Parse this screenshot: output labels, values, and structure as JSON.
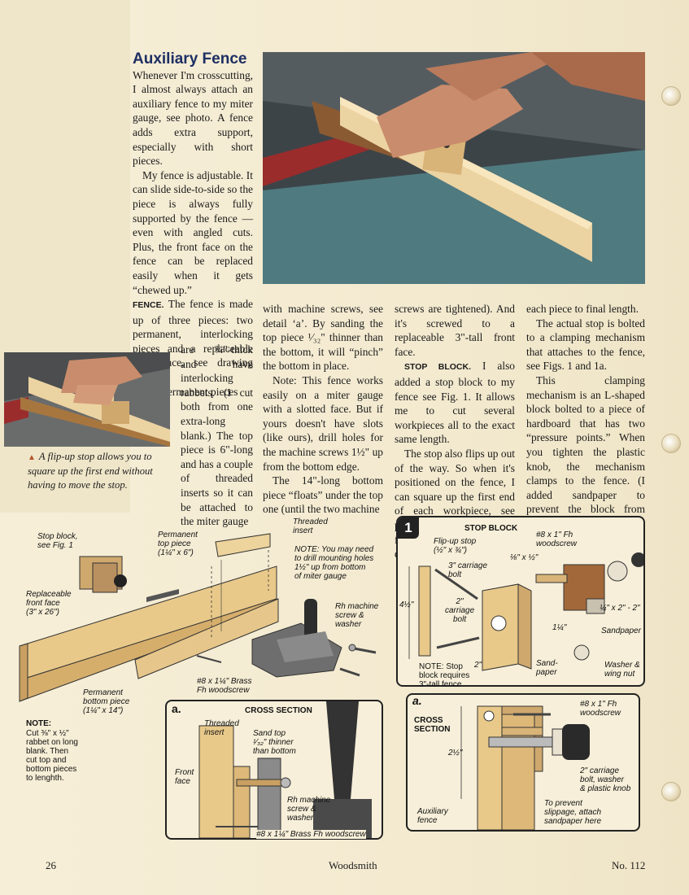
{
  "article": {
    "heading": "Auxiliary Fence",
    "col1": {
      "p1": "Whenever I'm crosscutting, I almost always attach an auxiliary fence to my miter gauge, see photo. A fence adds extra support, especially with short pieces.",
      "p2": "My fence is adjustable. It can slide side-to-side so the piece is always fully supported by the fence — even with angled cuts. Plus, the front face on the fence can be replaced easily when it gets “chewed up.”",
      "p3_runin": "FENCE.",
      "p3": "The fence is made up of three pieces: two permanent, interlocking pieces and a replaceable front face, see drawing below.",
      "p4a": "The permanent pieces",
      "p4b": "are ¾\"-thick and have interlocking rabbets. (I cut both from one extra-long blank.) The top piece is 6\"-long and has a couple of threaded inserts so it can be attached to the miter gauge"
    },
    "col2": {
      "p1": "with machine screws, see detail ‘a’. By sanding the top piece ¹⁄₃₂\" thinner than the bottom, it will “pinch” the bottom in place.",
      "p2": "Note: This fence works easily on a miter gauge with a slotted face. But if yours doesn't have slots (like ours), drill holes for the machine screws 1½\" up from the bottom edge.",
      "p3": "The 14\"-long bottom piece “floats” under the top one (until the two machine"
    },
    "col3": {
      "p1": "screws are tightened). And it's screwed to a replaceable 3\"-tall front face.",
      "p2_runin": "STOP BLOCK.",
      "p2": "I also added a stop block to my fence see Fig. 1. It allows me to cut several workpieces all to the exact same length.",
      "p3": "The stop also flips up out of the way. So when it's positioned on the fence, I can square up the first end of each workpiece, see photo at left. Then I can flip the stop block back down to cut"
    },
    "col4": {
      "p1": "each piece to final length.",
      "p2": "The actual stop is bolted to a clamping mechanism that attaches to the fence, see Figs. 1 and 1a.",
      "p3": "This clamping mechanism is an L-shaped block bolted to a piece of hardboard that has two “pressure points.” When you tighten the plastic knob, the mechanism clamps to the fence. (I added sandpaper to prevent the block from slipping on the fence.)"
    }
  },
  "caption": "A flip-up stop allows you to square up the first end without having to move the stop.",
  "main_drawing": {
    "stop_block": "Stop block,\nsee Fig. 1",
    "replaceable": "Replaceable\nfront face\n(3\" x 26\")",
    "permanent_top": "Permanent\ntop piece\n(1¼\" x 6\")",
    "threaded_insert": "Threaded\ninsert",
    "note_holes": "NOTE: You may need\nto drill mounting holes\n1½\" up from bottom\nof miter gauge",
    "rh_machine": "Rh machine\nscrew &\nwasher",
    "brass_screw": "#8 x 1¼\" Brass\nFh woodscrew",
    "permanent_bottom": "Permanent\nbottom piece\n(1¼\" x 14\")",
    "note_rabbet_title": "NOTE:",
    "note_rabbet": "Cut ⅜\" x ½\"\nrabbet on long\nblank. Then\ncut top and\nbottom pieces\nto lenghth."
  },
  "detail_a": {
    "tag": "a.",
    "title": "CROSS SECTION",
    "threaded_insert": "Threaded\ninsert",
    "sand_top": "Sand top\n¹⁄₃₂\" thinner\nthan bottom",
    "front_face": "Front\nface",
    "rh_machine": "Rh machine\nscrew &\nwasher",
    "brass_screw": "#8 x 1¼\" Brass Fh woodscrew"
  },
  "fig1": {
    "number": "1",
    "title": "STOP BLOCK",
    "flipup": "Flip-up stop\n(½\" x ¾\")",
    "carriage3": "3\" carriage\nbolt",
    "carriage2": "2\"\ncarriage\nbolt",
    "fh_screw": "#8 x 1\" Fh\nwoodscrew",
    "eighth": "⅛\" x ½\"",
    "quarter2": "¼\" x 2\" - 2\"",
    "sandpaper": "Sandpaper",
    "dim_4": "4½\"",
    "dim_1q": "1¼\"",
    "dim_2": "2\"",
    "sand_paper": "Sand-\npaper",
    "washer": "Washer &\nwing nut",
    "note": "NOTE: Stop\nblock requires\n3\"-tall fence"
  },
  "fig1a": {
    "tag": "a.",
    "title": "CROSS\nSECTION",
    "fh_screw": "#8 x 1\" Fh\nwoodscrew",
    "carriage": "2\" carriage\nbolt, washer\n& plastic knob",
    "dim": "2½\"",
    "prevent": "To prevent\nslippage, attach\nsandpaper here",
    "aux_fence": "Auxiliary\nfence"
  },
  "footer": {
    "page": "26",
    "magazine": "Woodsmith",
    "issue": "No. 112"
  },
  "colors": {
    "heading": "#1d2f63",
    "wood": "#e8c98a",
    "wood_dark": "#c9a062",
    "metal": "#7a7a7a",
    "fig_border": "#222222",
    "accent": "#b5532a"
  }
}
